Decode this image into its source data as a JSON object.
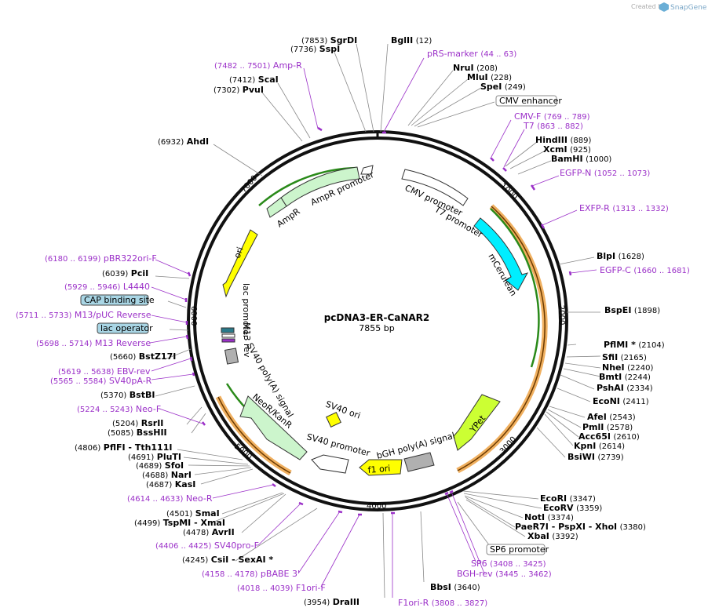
{
  "brand": {
    "created_by": "Created by",
    "name": "SnapGene"
  },
  "plasmid": {
    "name": "pcDNA3-ER-CaNAR2",
    "length": "7855 bp",
    "total_bp": 7855
  },
  "colors": {
    "backbone": "#111111",
    "enzyme": "#000000",
    "primer": "#9b30c8",
    "promoter": "#ffffff",
    "ampr": "#ccf5cc",
    "ori": "#ffff00",
    "cerulean": "#00eeff",
    "ypet": "#ccff33",
    "neo": "#ccf5cc",
    "orange_arc": "#f0a040",
    "green_arc": "#2a8a1a"
  },
  "ticks": [
    "1000",
    "2000",
    "3000",
    "4000",
    "5000",
    "6000",
    "7000"
  ],
  "enzymes": [
    {
      "name": "SgrDI",
      "pos": "(7853)"
    },
    {
      "name": "SspI",
      "pos": "(7736)"
    },
    {
      "name": "BglII",
      "pos": "(12)"
    },
    {
      "name": "ScaI",
      "pos": "(7412)"
    },
    {
      "name": "PvuI",
      "pos": "(7302)"
    },
    {
      "name": "NruI",
      "pos": "(208)"
    },
    {
      "name": "MluI",
      "pos": "(228)"
    },
    {
      "name": "SpeI",
      "pos": "(249)"
    },
    {
      "name": "AhdI",
      "pos": "(6932)"
    },
    {
      "name": "HindIII",
      "pos": "(889)"
    },
    {
      "name": "XcmI",
      "pos": "(925)"
    },
    {
      "name": "BamHI",
      "pos": "(1000)"
    },
    {
      "name": "BlpI",
      "pos": "(1628)"
    },
    {
      "name": "PciI",
      "pos": "(6039)"
    },
    {
      "name": "BspEI",
      "pos": "(1898)"
    },
    {
      "name": "PflMI *",
      "pos": "(2104)"
    },
    {
      "name": "SfiI",
      "pos": "(2165)"
    },
    {
      "name": "NheI",
      "pos": "(2240)"
    },
    {
      "name": "BmtI",
      "pos": "(2244)"
    },
    {
      "name": "BstZ17I",
      "pos": "(5660)"
    },
    {
      "name": "PshAI",
      "pos": "(2334)"
    },
    {
      "name": "EcoNI",
      "pos": "(2411)"
    },
    {
      "name": "BstBI",
      "pos": "(5370)"
    },
    {
      "name": "AfeI",
      "pos": "(2543)"
    },
    {
      "name": "RsrII",
      "pos": "(5204)"
    },
    {
      "name": "PmlI",
      "pos": "(2578)"
    },
    {
      "name": "BssHII",
      "pos": "(5085)"
    },
    {
      "name": "Acc65I",
      "pos": "(2610)"
    },
    {
      "name": "KpnI",
      "pos": "(2614)"
    },
    {
      "name": "BsiWI",
      "pos": "(2739)"
    },
    {
      "name": "PflFI - Tth111I",
      "pos": "(4806)"
    },
    {
      "name": "PluTI",
      "pos": "(4691)"
    },
    {
      "name": "SfoI",
      "pos": "(4689)"
    },
    {
      "name": "NarI",
      "pos": "(4688)"
    },
    {
      "name": "KasI",
      "pos": "(4687)"
    },
    {
      "name": "EcoRI",
      "pos": "(3347)"
    },
    {
      "name": "EcoRV",
      "pos": "(3359)"
    },
    {
      "name": "NotI",
      "pos": "(3374)"
    },
    {
      "name": "PaeR7I - PspXI - XhoI",
      "pos": "(3380)"
    },
    {
      "name": "XbaI",
      "pos": "(3392)"
    },
    {
      "name": "SmaI",
      "pos": "(4501)"
    },
    {
      "name": "TspMI - XmaI",
      "pos": "(4499)"
    },
    {
      "name": "AvrII",
      "pos": "(4478)"
    },
    {
      "name": "CsiI - SexAI *",
      "pos": "(4245)"
    },
    {
      "name": "BbsI",
      "pos": "(3640)"
    },
    {
      "name": "DraIII",
      "pos": "(3954)"
    }
  ],
  "primers": [
    {
      "name": "pRS-marker",
      "pos": "(44 .. 63)"
    },
    {
      "name": "Amp-R",
      "pos": "(7482 .. 7501)"
    },
    {
      "name": "CMV-F",
      "pos": "(769 .. 789)"
    },
    {
      "name": "T7",
      "pos": "(863 .. 882)"
    },
    {
      "name": "EGFP-N",
      "pos": "(1052 .. 1073)"
    },
    {
      "name": "EXFP-R",
      "pos": "(1313 .. 1332)"
    },
    {
      "name": "EGFP-C",
      "pos": "(1660 .. 1681)"
    },
    {
      "name": "pBR322ori-F",
      "pos": "(6180 .. 6199)"
    },
    {
      "name": "L4440",
      "pos": "(5929 .. 5946)"
    },
    {
      "name": "M13/pUC Reverse",
      "pos": "(5711 .. 5733)"
    },
    {
      "name": "M13 Reverse",
      "pos": "(5698 .. 5714)"
    },
    {
      "name": "EBV-rev",
      "pos": "(5619 .. 5638)"
    },
    {
      "name": "SV40pA-R",
      "pos": "(5565 .. 5584)"
    },
    {
      "name": "Neo-F",
      "pos": "(5224 .. 5243)"
    },
    {
      "name": "Neo-R",
      "pos": "(4614 .. 4633)"
    },
    {
      "name": "SV40pro-F",
      "pos": "(4406 .. 4425)"
    },
    {
      "name": "pBABE 3'",
      "pos": "(4158 .. 4178)"
    },
    {
      "name": "F1ori-F",
      "pos": "(4018 .. 4039)"
    },
    {
      "name": "F1ori-R",
      "pos": "(3808 .. 3827)"
    },
    {
      "name": "SP6",
      "pos": "(3408 .. 3425)"
    },
    {
      "name": "BGH-rev",
      "pos": "(3445 .. 3462)"
    }
  ],
  "boxed_labels": {
    "cmv_enhancer": "CMV enhancer",
    "cap_site": "CAP binding site",
    "lac_operator": "lac operator",
    "sp6_promoter": "SP6 promoter"
  },
  "features": {
    "ampr_promoter": "AmpR promoter",
    "ampr": "AmpR",
    "cmv_promoter": "CMV promoter",
    "t7_promoter": "T7 promoter",
    "ori": "ori",
    "mcerulean": "mCerulean",
    "lac_promoter": "lac promoter",
    "m13_rev": "M13 rev",
    "sv40_polya": "SV40 poly(A) signal",
    "sv40_ori": "SV40 ori",
    "neokanr": "NeoR/KanR",
    "sv40_promoter": "SV40 promoter",
    "bgh_polya": "bGH poly(A) signal",
    "f1_ori": "f1 ori",
    "ypet": "YPet"
  }
}
